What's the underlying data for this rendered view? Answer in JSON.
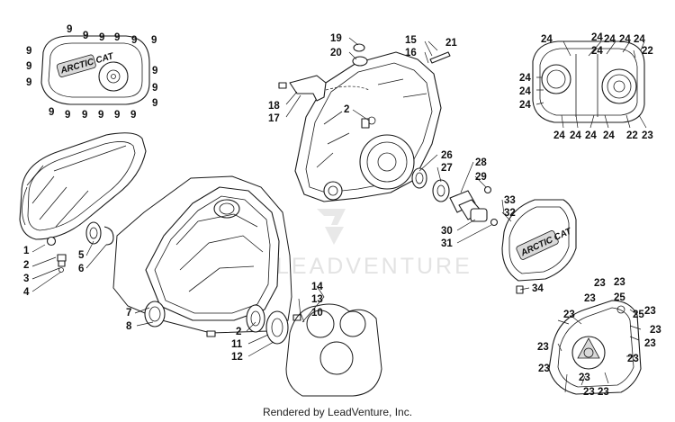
{
  "watermark": {
    "text": "LEADVENTURE",
    "color": "#e3e3e3"
  },
  "footer": {
    "text": "Rendered by LeadVenture, Inc."
  },
  "brand_logo_text": "ARCTIC CAT",
  "callouts": [
    "9",
    "9",
    "9",
    "9",
    "9",
    "9",
    "9",
    "9",
    "9",
    "9",
    "9",
    "9",
    "9",
    "9",
    "9",
    "9",
    "9",
    "9",
    "1",
    "2",
    "3",
    "4",
    "5",
    "6",
    "7",
    "8",
    "19",
    "20",
    "15",
    "16",
    "21",
    "18",
    "17",
    "2",
    "26",
    "27",
    "28",
    "29",
    "30",
    "31",
    "14",
    "13",
    "10",
    "2",
    "11",
    "12",
    "33",
    "32",
    "34",
    "24",
    "24",
    "24",
    "24",
    "24",
    "22",
    "24",
    "24",
    "24",
    "24",
    "24",
    "24",
    "24",
    "24",
    "22",
    "23",
    "23",
    "23",
    "23",
    "25",
    "23",
    "23",
    "25",
    "23",
    "23",
    "23",
    "23",
    "23",
    "23",
    "23",
    "23"
  ]
}
